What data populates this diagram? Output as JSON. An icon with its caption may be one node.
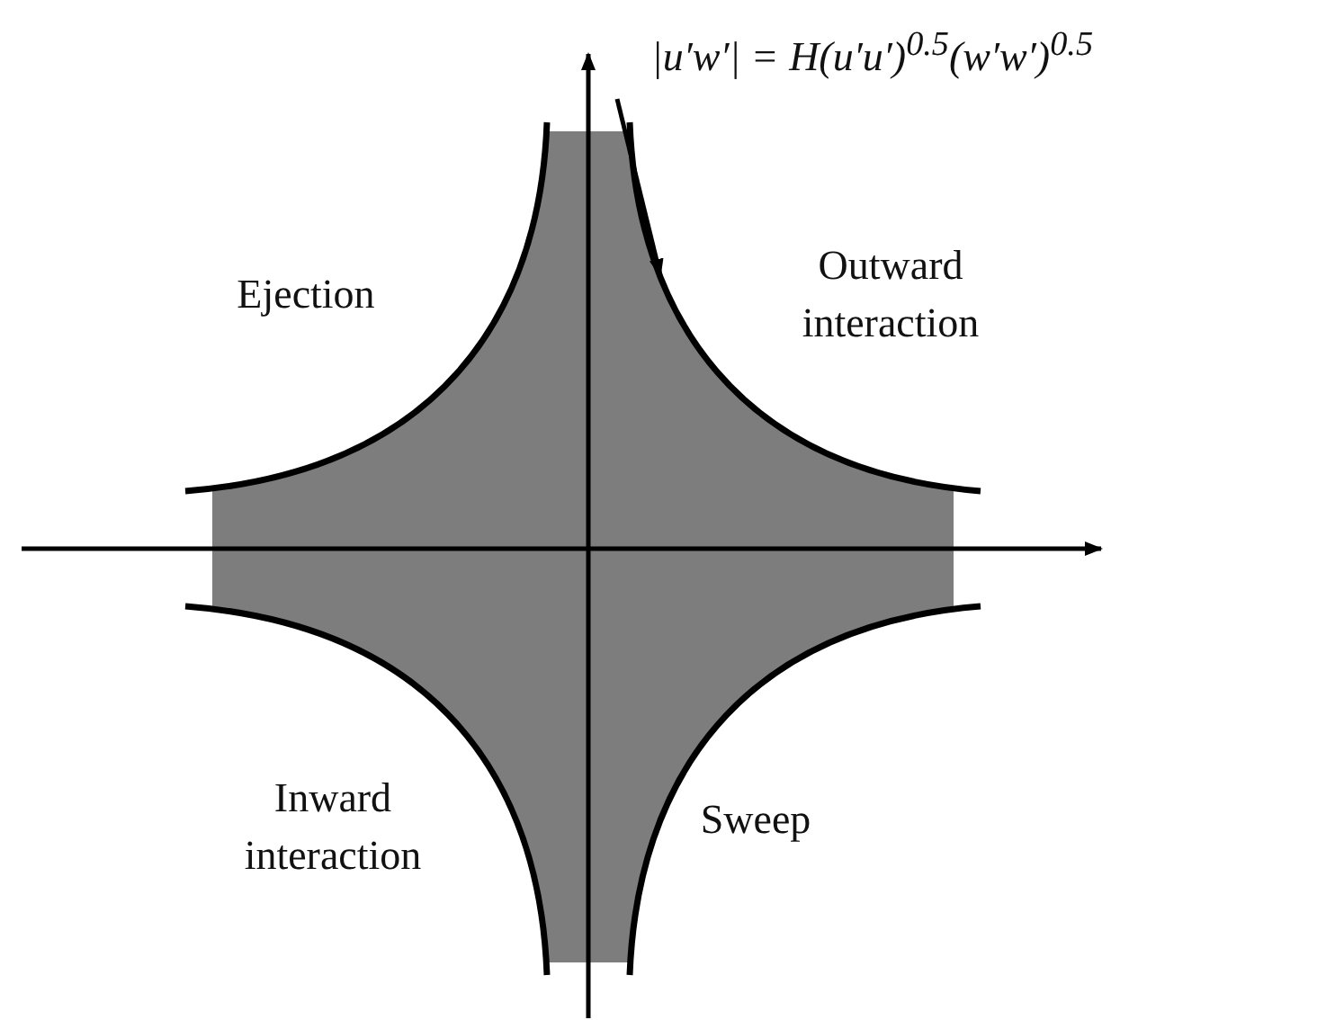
{
  "diagram": {
    "nodes": [
      {
        "text": [
          "|u′w′| = H(u′u′)$^{0.5}$(w′w′)$^{0.5}$"
        ]
      },
      {
        "text": [],
        "shape": "picture"
      }
    ],
    "edges": [
      {
        "from": 0,
        "to": 1,
        "arrow": "to"
      }
    ],
    "labels": [
      "Ejection",
      "Outward interaction",
      "Inward interaction",
      "Sweep"
    ]
  }
}
